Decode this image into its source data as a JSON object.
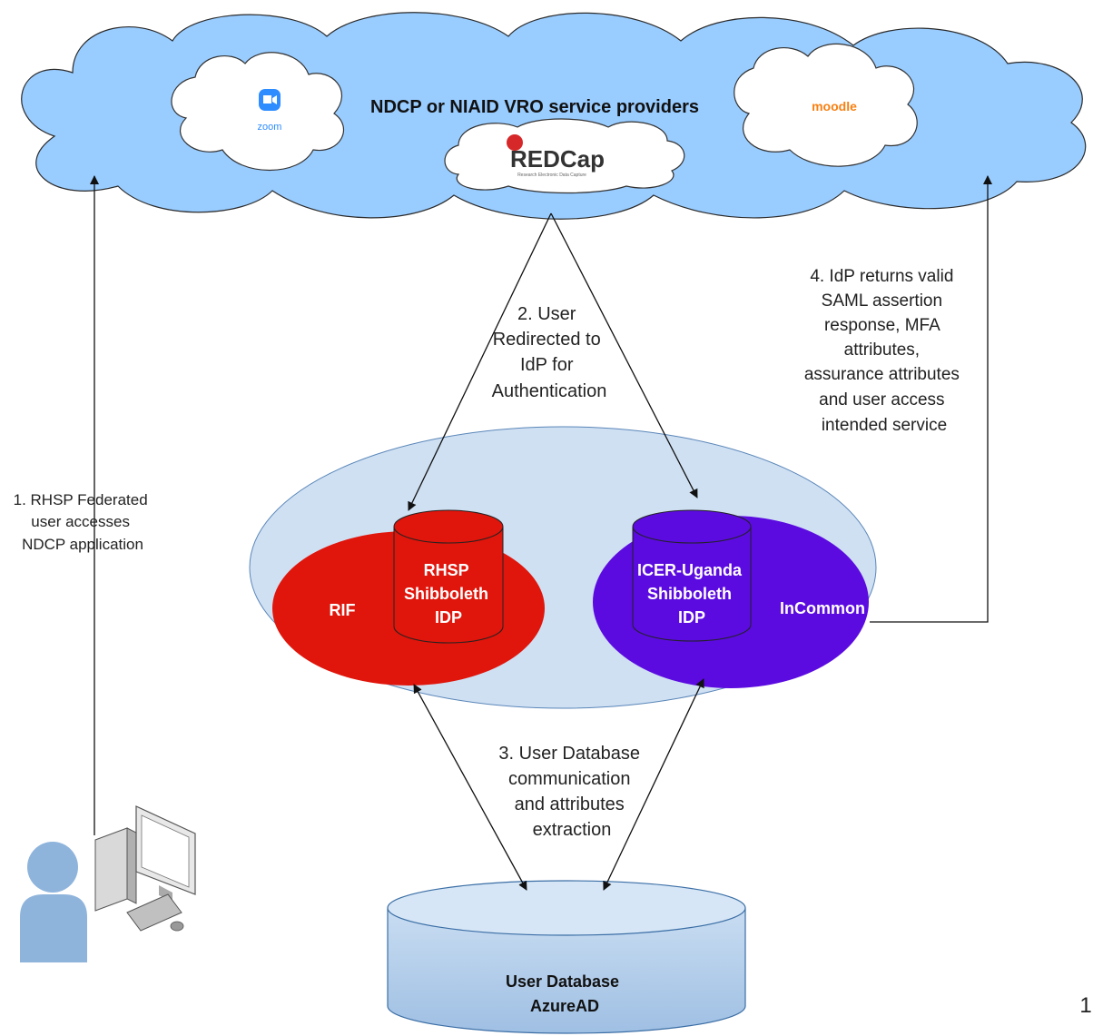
{
  "title": "NDCP or NIAID VRO  service providers",
  "services": {
    "zoom": "zoom",
    "redcap": "REDCap",
    "redcap_sub": "Research Electronic Data Capture",
    "moodle": "moodle"
  },
  "steps": {
    "step1": [
      "1. RHSP Federated",
      "user accesses",
      "NDCP application"
    ],
    "step2": [
      "2. User",
      "Redirected to",
      "IdP for",
      "Authentication"
    ],
    "step3": [
      "3. User Database",
      "communication",
      "and attributes",
      "extraction"
    ],
    "step4": [
      "4. IdP returns valid",
      "SAML assertion",
      "response, MFA",
      "attributes,",
      "assurance attributes",
      "and user access",
      "intended service"
    ]
  },
  "federations": {
    "rif": "RIF",
    "incommon": "InCommon"
  },
  "idps": {
    "rhsp": [
      "RHSP",
      "Shibboleth",
      "IDP"
    ],
    "icer": [
      "ICER-Uganda",
      "Shibboleth",
      "IDP"
    ]
  },
  "database": [
    "User Database",
    "AzureAD"
  ],
  "page_number": "1",
  "colors": {
    "cloud_fill": "#99CCFF",
    "inner_ellipse_fill": "#CFE0F3",
    "rif_red": "#E0150B",
    "incommon_purple": "#5B0BE0",
    "db_fill": "#BFD6EF"
  }
}
